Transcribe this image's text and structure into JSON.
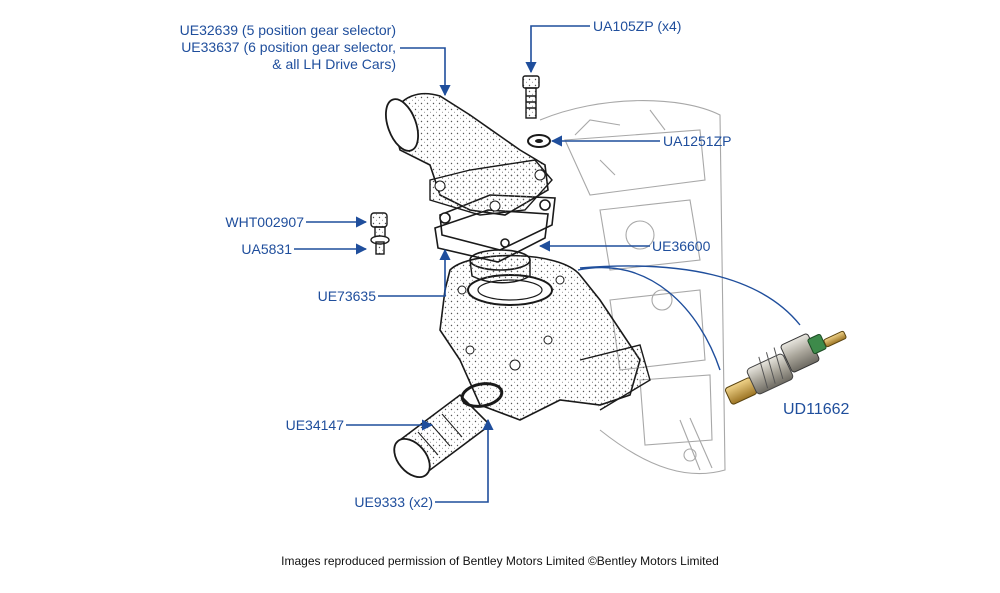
{
  "colors": {
    "callout": "#1f4e9c",
    "ink": "#1a1a1a",
    "faded_ink": "#9a9a9a",
    "sensor_metal": "#b8b4a8",
    "sensor_brass": "#c9a24a",
    "sensor_body": "#2a2a2a"
  },
  "parts": [
    {
      "id": "ue32639",
      "lines": [
        "UE32639 (5 position gear selector)",
        "UE33637 (6 position gear selector,",
        "& all LH Drive Cars)"
      ]
    },
    {
      "id": "ua105zp",
      "text": "UA105ZP (x4)"
    },
    {
      "id": "ua1251zp",
      "text": "UA1251ZP"
    },
    {
      "id": "wht002907",
      "text": "WHT002907"
    },
    {
      "id": "ua5831",
      "text": "UA5831"
    },
    {
      "id": "ue36600",
      "text": "UE36600"
    },
    {
      "id": "ue73635",
      "text": "UE73635"
    },
    {
      "id": "ud11662",
      "text": "UD11662"
    },
    {
      "id": "ue34147",
      "text": "UE34147"
    },
    {
      "id": "ue9333",
      "text": "UE9333 (x2)"
    }
  ],
  "footer": {
    "credit": "Images reproduced permission of Bentley Motors Limited ©Bentley Motors Limited"
  }
}
